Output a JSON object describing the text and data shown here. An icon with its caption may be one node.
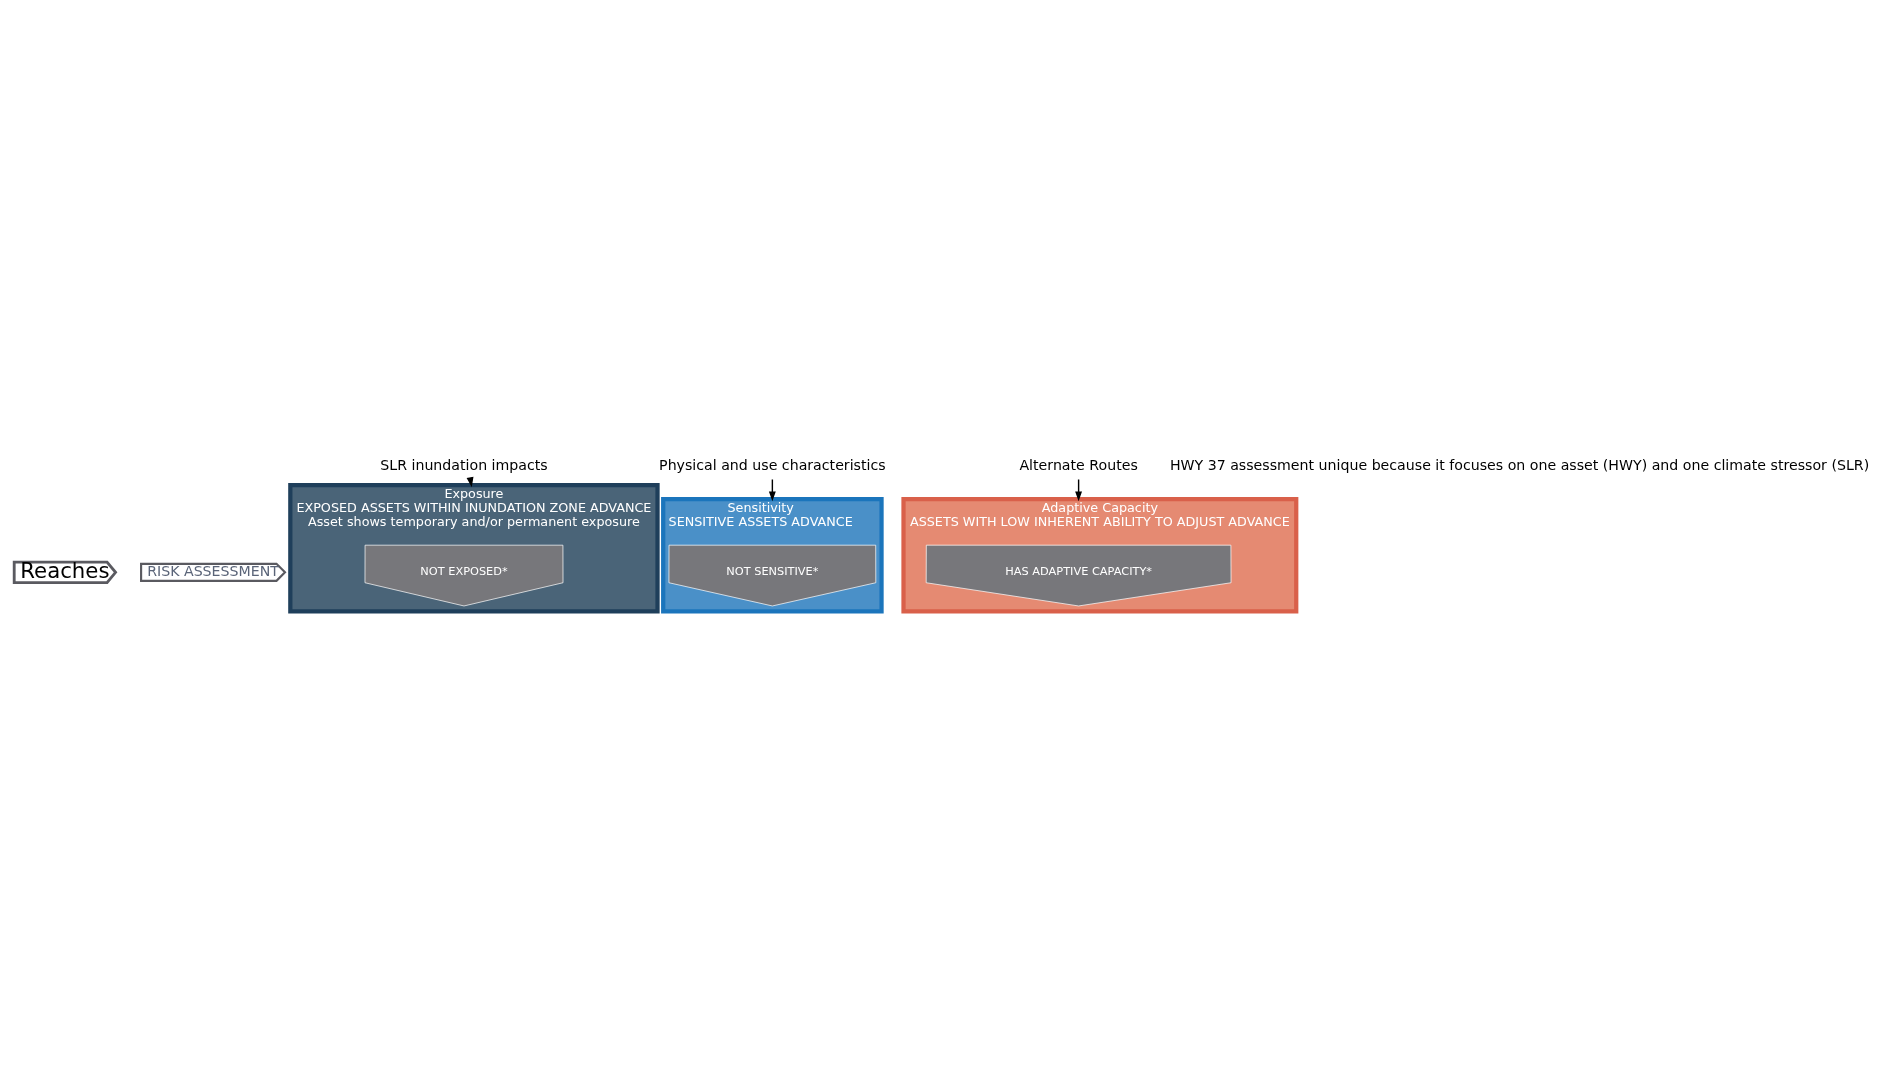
{
  "diagram": {
    "nodes": [
      {
        "text": [
          "Reaches"
        ]
      },
      {
        "text": [
          "Exposure",
          "EXPOSED ASSETS WITHIN INUNDATION ZONE ADVANCE",
          "Asset shows temporary and/or permanent exposure"
        ]
      },
      {
        "text": [
          "NOT EXPOSED*"
        ],
        "in": 1
      },
      {
        "text": [
          "Sensitivity",
          "SENSITIVE ASSETS ADVANCE"
        ]
      },
      {
        "text": [
          "NOT SENSITIVE*"
        ],
        "in": 3
      },
      {
        "text": [
          "Adaptive Capacity",
          "ASSETS WITH LOW INHERENT ABILITY TO ADJUST ADVANCE"
        ]
      },
      {
        "text": [
          "HAS ADAPTIVE CAPACITY*"
        ],
        "in": 5
      },
      {
        "text": [
          "RISK ASSESSMENT"
        ]
      },
      {
        "text": [
          "SLR inundation impacts"
        ]
      },
      {
        "text": [
          "Physical and use characteristics"
        ]
      },
      {
        "text": [
          "Alternate Routes"
        ]
      }
    ],
    "edges": [
      {
        "from": 8,
        "to": 1,
        "arrow": "to"
      },
      {
        "from": 9,
        "to": 3,
        "arrow": "to"
      },
      {
        "from": 10,
        "to": 5,
        "arrow": "to"
      }
    ],
    "labels": [
      "HWY 37 assessment unique because it focuses on one asset (HWY) and one climate stressor (SLR)"
    ]
  }
}
